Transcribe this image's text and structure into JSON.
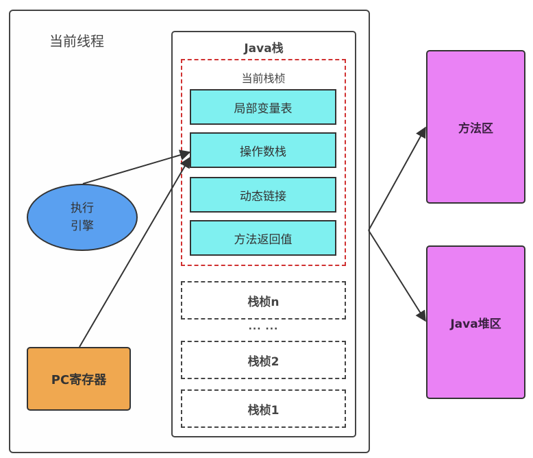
{
  "thread": {
    "title": "当前线程"
  },
  "java_stack": {
    "title": "Java栈",
    "current_frame": {
      "title": "当前栈桢",
      "slots": [
        "局部变量表",
        "操作数栈",
        "动态链接",
        "方法返回值"
      ]
    },
    "frames": [
      "栈桢n",
      "栈桢2",
      "栈桢1"
    ],
    "ellipsis": "··· ···"
  },
  "execution_engine": {
    "line1": "执行",
    "line2": "引擎"
  },
  "pc_register": {
    "label": "PC寄存器"
  },
  "method_area": {
    "label": "方法区"
  },
  "heap": {
    "label": "Java堆区"
  },
  "colors": {
    "slot_fill": "#7ff0f0",
    "engine_fill": "#5aa0f0",
    "pc_fill": "#f0a850",
    "region_fill": "#ea82f5",
    "current_frame_border": "#d03030"
  }
}
